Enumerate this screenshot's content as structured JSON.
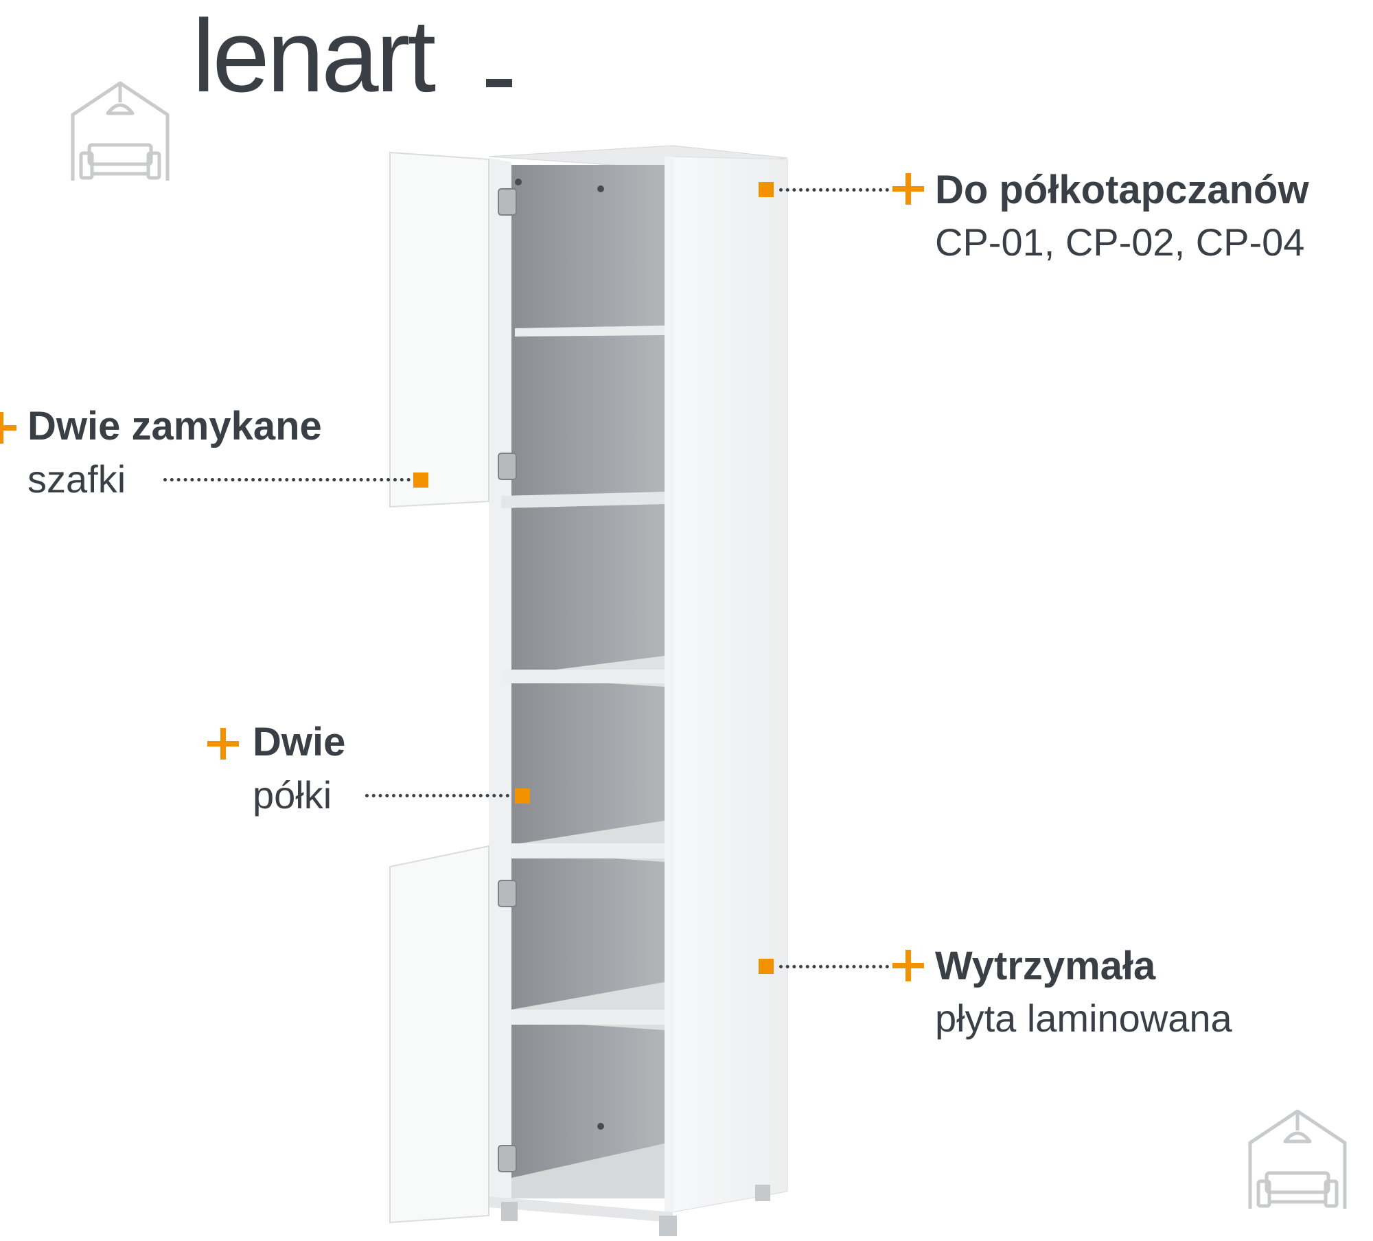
{
  "brand": {
    "logo_text": "lenart"
  },
  "colors": {
    "accent": "#f39200",
    "text_dark": "#3a3f45",
    "dots": "#3a3f45",
    "cabinet_white": "#f4f5f6",
    "cabinet_inner": "#8e9296",
    "cabinet_shelf": "#d8dadc",
    "watermark": "#c8cacc"
  },
  "callouts": {
    "compat": {
      "title": "Do półkotapczanów",
      "detail": "CP-01, CP-02, CP-04"
    },
    "cabinets": {
      "title": "Dwie zamykane",
      "detail": "szafki"
    },
    "shelves": {
      "title": "Dwie",
      "detail": "półki"
    },
    "material": {
      "title": "Wytrzymała",
      "detail": "płyta laminowana"
    }
  },
  "icons": {
    "watermark": "house-with-sofa-icon",
    "callout_plus": "plus-icon",
    "callout_marker": "square-marker-icon"
  }
}
